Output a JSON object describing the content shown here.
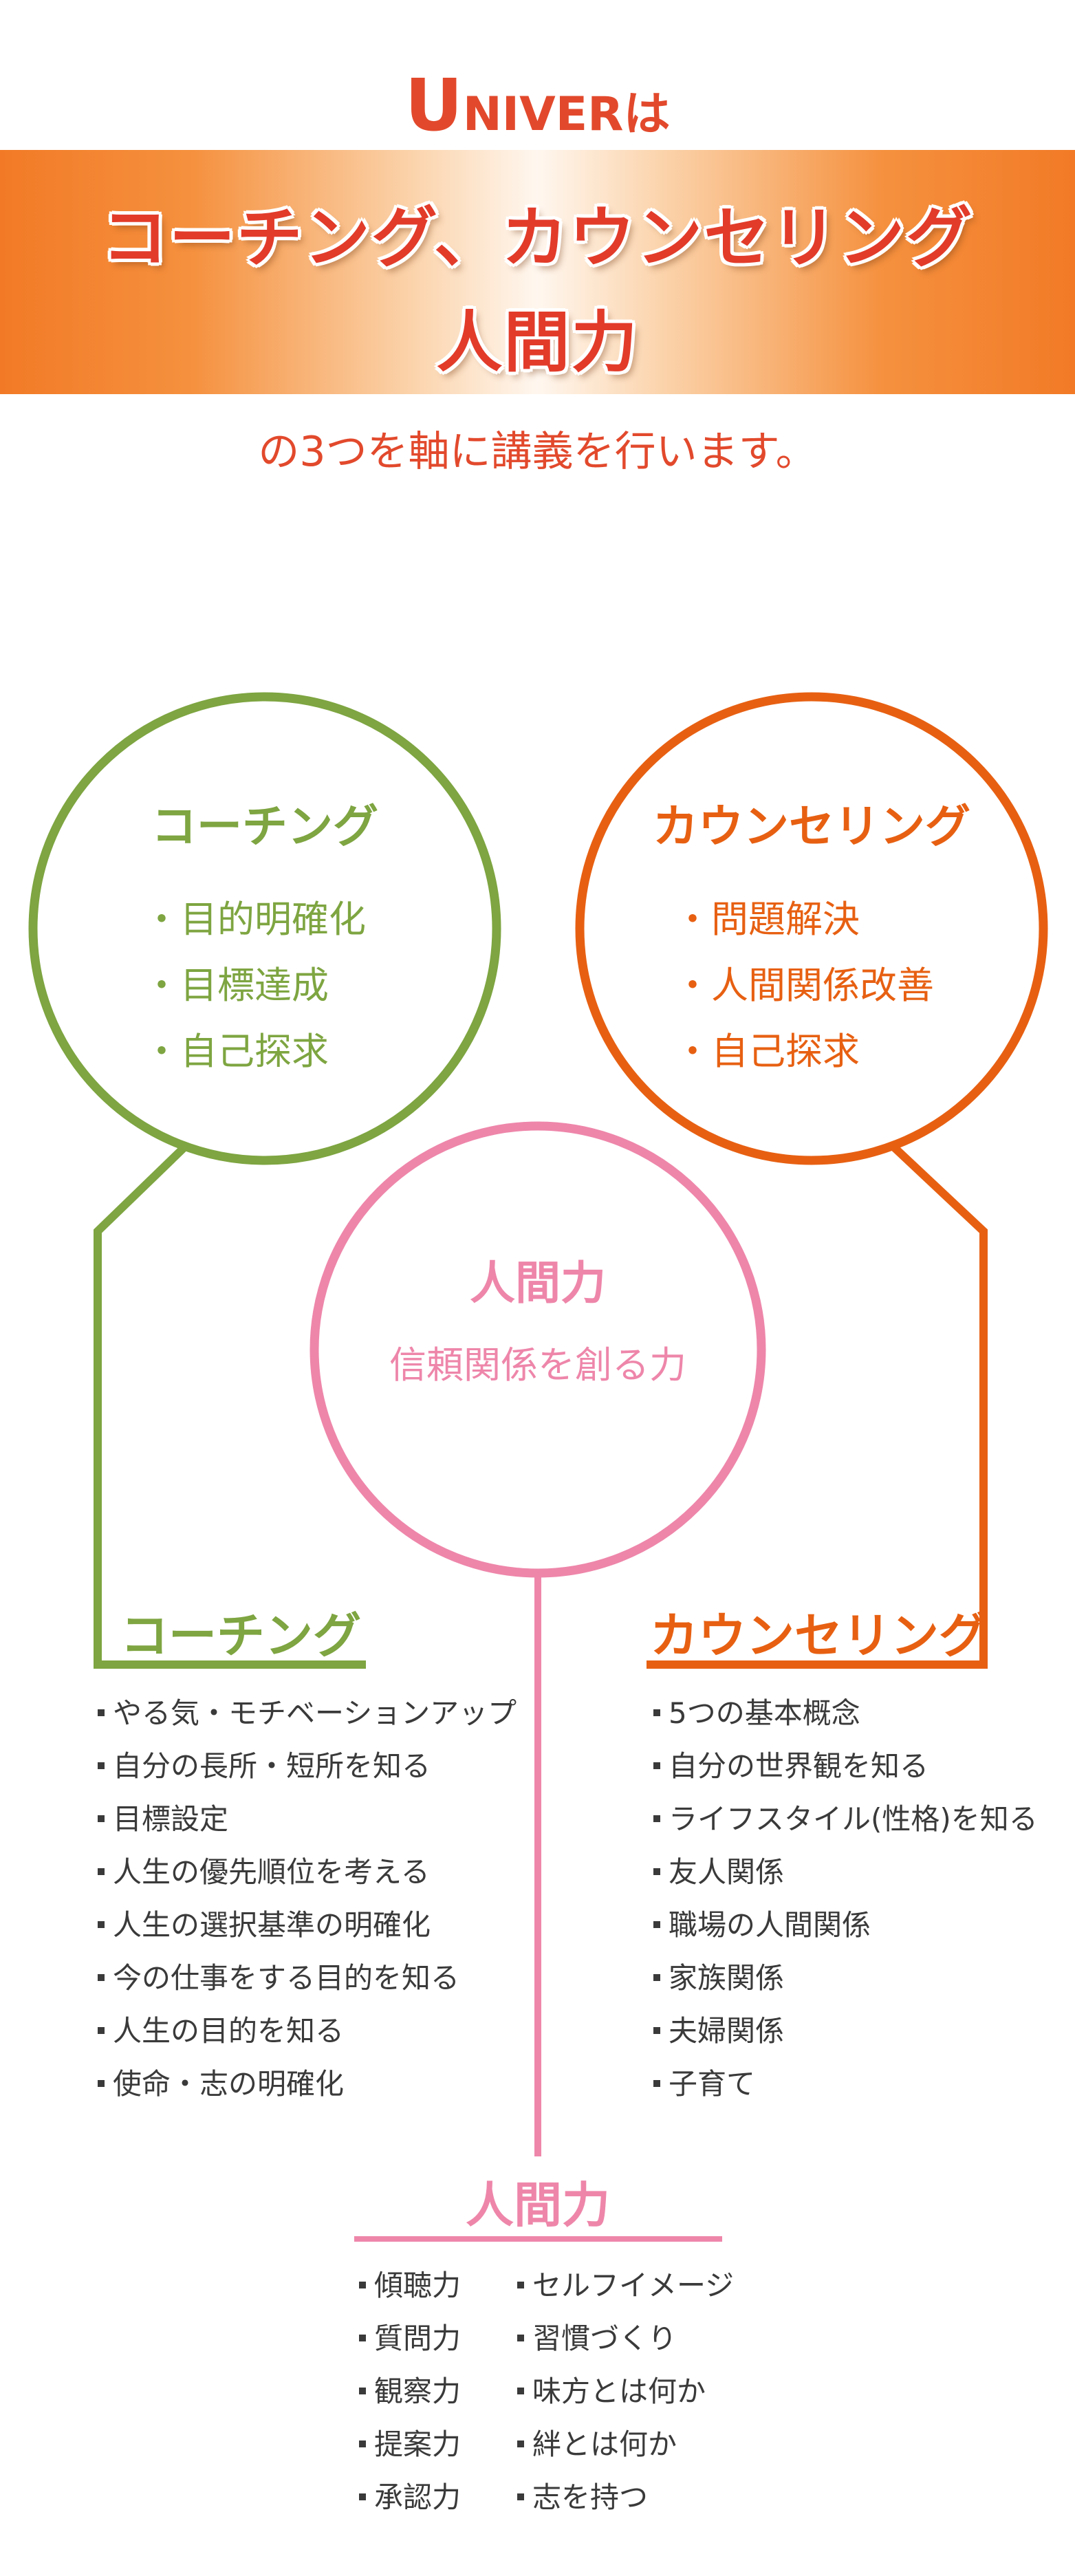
{
  "header": {
    "brand_first": "U",
    "brand_rest": "NIVER",
    "brand_suffix": "は",
    "banner_line1": "コーチング、カウンセリング",
    "banner_line2": "人間力",
    "subtitle": "の3つを軸に講義を行います。"
  },
  "colors": {
    "coaching": "#7ea541",
    "counseling": "#e76012",
    "human": "#ee86aa",
    "accent": "#e2492c"
  },
  "circles": {
    "coaching": {
      "title": "コーチング",
      "items": [
        "・目的明確化",
        "・目標達成",
        "・自己探求"
      ]
    },
    "counseling": {
      "title": "カウンセリング",
      "items": [
        "・問題解決",
        "・人間関係改善",
        "・自己探求"
      ]
    },
    "human": {
      "title": "人間力",
      "subtitle": "信頼関係を創る力"
    }
  },
  "sections": {
    "coaching": {
      "title": "コーチング",
      "items": [
        "やる気・モチベーションアップ",
        "自分の長所・短所を知る",
        "目標設定",
        "人生の優先順位を考える",
        "人生の選択基準の明確化",
        "今の仕事をする目的を知る",
        "人生の目的を知る",
        "使命・志の明確化"
      ]
    },
    "counseling": {
      "title": "カウンセリング",
      "items": [
        "5つの基本概念",
        "自分の世界観を知る",
        "ライフスタイル(性格)を知る",
        "友人関係",
        "職場の人間関係",
        "家族関係",
        "夫婦関係",
        "子育て"
      ]
    },
    "human": {
      "title": "人間力",
      "left_items": [
        "傾聴力",
        "質問力",
        "観察力",
        "提案力",
        "承認力"
      ],
      "right_items": [
        "セルフイメージ",
        "習慣づくり",
        "味方とは何か",
        "絆とは何か",
        "志を持つ"
      ]
    }
  }
}
